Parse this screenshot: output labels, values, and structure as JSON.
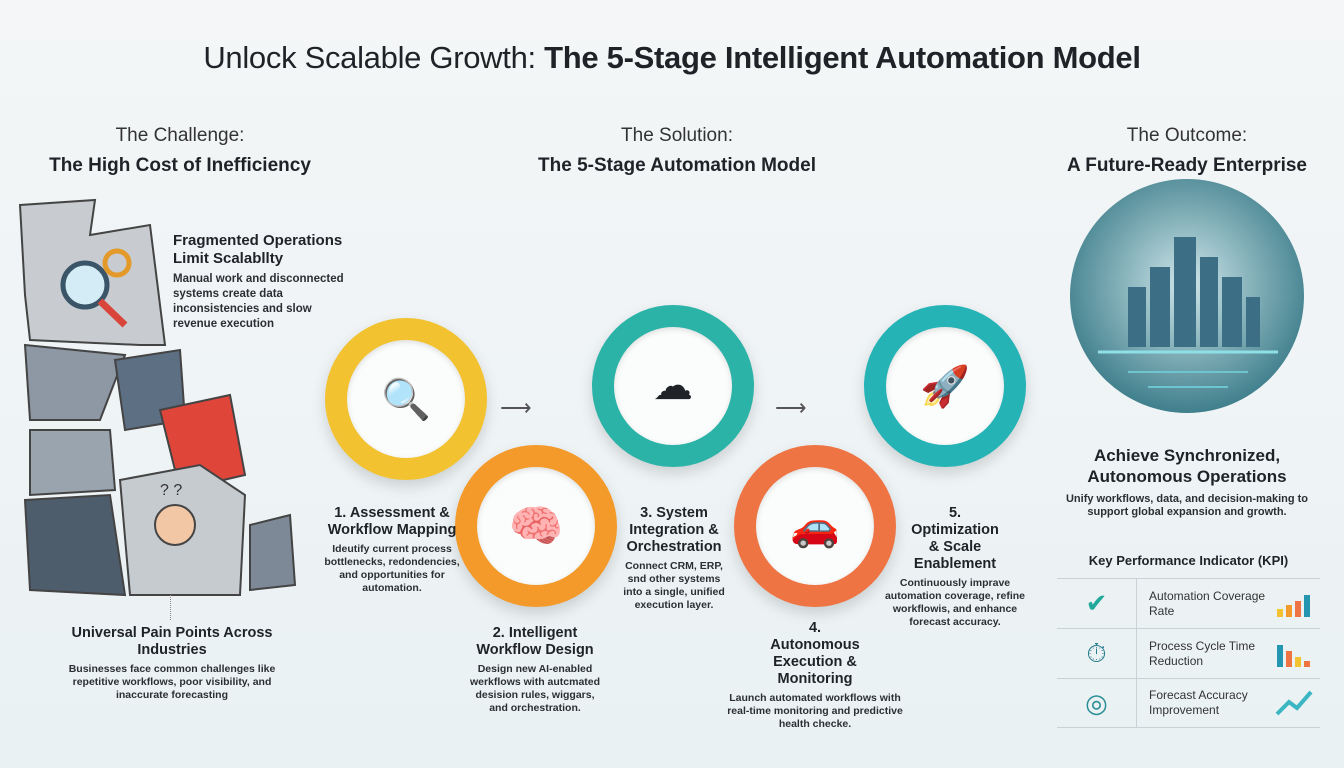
{
  "title": {
    "part1": "Unlock Scalable Growth: ",
    "part2": "The 5-Stage Intelligent Automation Model"
  },
  "columns": [
    {
      "label": "The Challenge:",
      "heading": "The High Cost of Inefficiency"
    },
    {
      "label": "The Solution:",
      "heading": "The 5-Stage Automation Model"
    },
    {
      "label": "The Outcome:",
      "heading": "A Future-Ready Enterprise"
    }
  ],
  "challenge": {
    "fragmented": {
      "title": "Fragmented Operations Limit Scalabllty",
      "text": "Manual work and disconnected systems create data inconsistencies and slow revenue execution"
    },
    "pain": {
      "title": "Universal Pain Points Across Industries",
      "text": "Businesses face common challenges like repetitive workflows, poor visibility, and inaccurate forecasting"
    }
  },
  "stages": [
    {
      "title": "1. Assessment & Workflow Mapping",
      "text": "Ideutify current process bottlenecks, redondencies, and opportunities for automation.",
      "color": "#f2c230"
    },
    {
      "title": "2. Intelligent Workflow Design",
      "text": "Design new AI-enabled werkflows with autcmated desision rules, wiggars, and orchestration.",
      "color": "#f39a2a"
    },
    {
      "title": "3. System Integration & Orchestration",
      "text": "Connect CRM, ERP, snd other systems into a single, unified execution layer.",
      "color": "#2bb3a8"
    },
    {
      "title": "4. Autonomous Execution & Monitoring",
      "text": "Launch automated workflows with real-time monitoring and predictive health checke.",
      "color": "#ee7443"
    },
    {
      "title": "5. Optimization & Scale Enablement",
      "text": "Continuously imprave automation coverage, refine workflowis, and enhance forecast accuracy.",
      "color": "#26b3b6"
    }
  ],
  "outcome": {
    "title": "Achieve Synchronized, Autonomous Operations",
    "text": "Unify workflows, data, and decision-making to support global expansion and growth."
  },
  "kpi": {
    "title": "Key Performance Indicator (KPI)",
    "rows": [
      {
        "icon": "checkmark-icon",
        "label": "Automation Coverage Rate"
      },
      {
        "icon": "clock-down-icon",
        "label": "Process Cycle Time Reduction"
      },
      {
        "icon": "target-icon",
        "label": "Forecast Accuracy Improvement"
      }
    ]
  }
}
